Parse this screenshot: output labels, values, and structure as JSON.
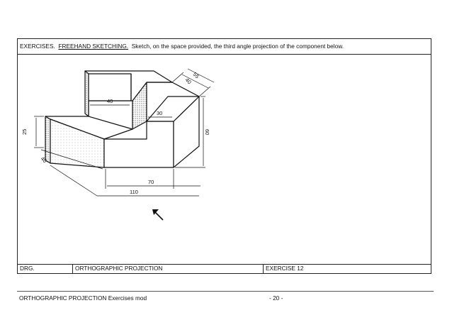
{
  "instruction": {
    "prefix": "EXERCISES.",
    "topic": "FREEHAND SKETCHING.",
    "text": "Sketch, on the space provided, the third angle projection of the component below."
  },
  "drawing": {
    "dimensions": {
      "d40_slot": "40",
      "d55": "55",
      "d40_depth": "40",
      "d30": "30",
      "d60": "60",
      "d25": "25",
      "d40_base": "40",
      "d70": "70",
      "d110": "110"
    },
    "icons": [
      "view-direction-arrow-icon"
    ]
  },
  "title_block": {
    "drg_label": "DRG.",
    "title": "ORTHOGRAPHIC PROJECTION",
    "exercise": "EXERCISE 12"
  },
  "footer": {
    "left": "ORTHOGRAPHIC PROJECTION Exercises mod",
    "page": "- 20 -"
  }
}
